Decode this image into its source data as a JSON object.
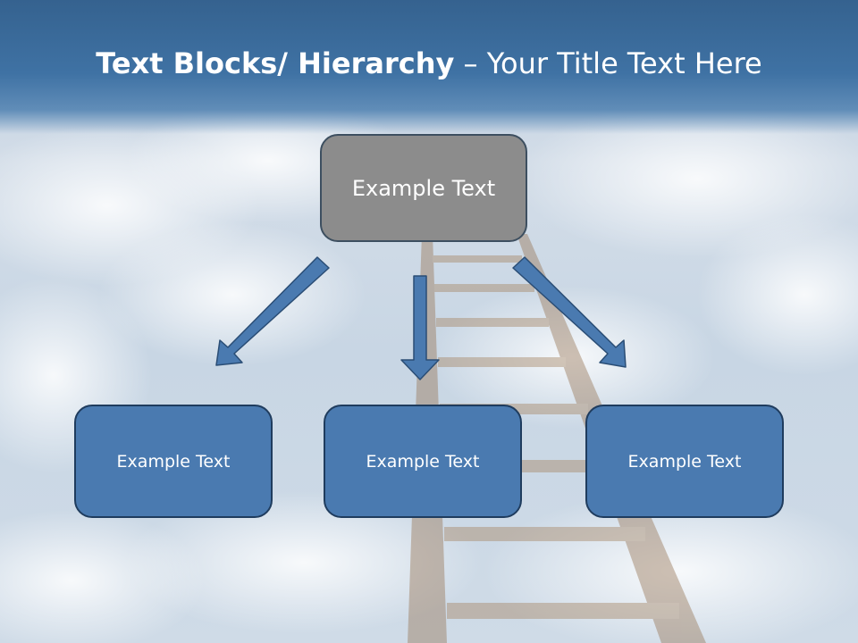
{
  "title": {
    "bold": "Text Blocks/ Hierarchy",
    "rest": " – Your Title Text Here"
  },
  "top_box": {
    "label": "Example Text"
  },
  "children": [
    {
      "label": "Example Text"
    },
    {
      "label": "Example Text"
    },
    {
      "label": "Example Text"
    }
  ],
  "colors": {
    "title_bar": "#3f72a4",
    "top_box": "#8c8c8c",
    "child_box": "#4a7ab0",
    "arrow": "#4a7ab0",
    "arrow_outline": "#2a4d75"
  }
}
